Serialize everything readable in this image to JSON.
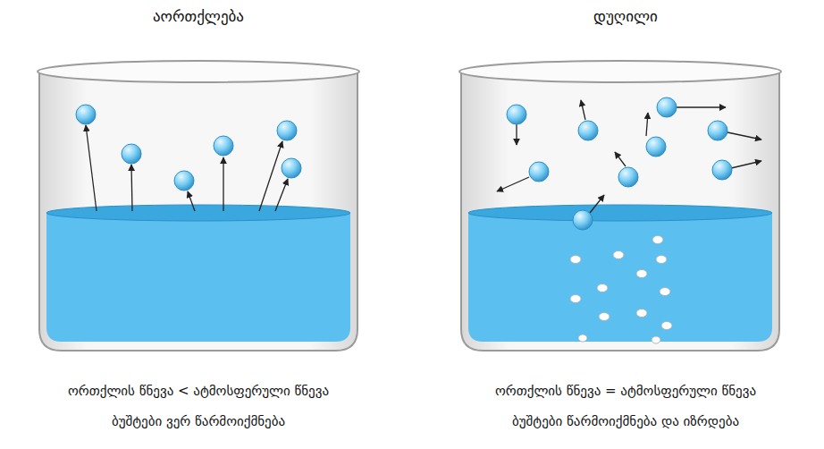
{
  "diagram": {
    "labels": [
      "აორთქლება",
      "დუღილი",
      "ორთქლის წნევა < ატმოსფერული წნევა",
      "ბუშტები ვერ წარმოიქმნება",
      "ორთქლის წნევა = ატმოსფერული წნევა",
      "ბუშტები  წარმოიქმნება და იზრდება"
    ]
  }
}
